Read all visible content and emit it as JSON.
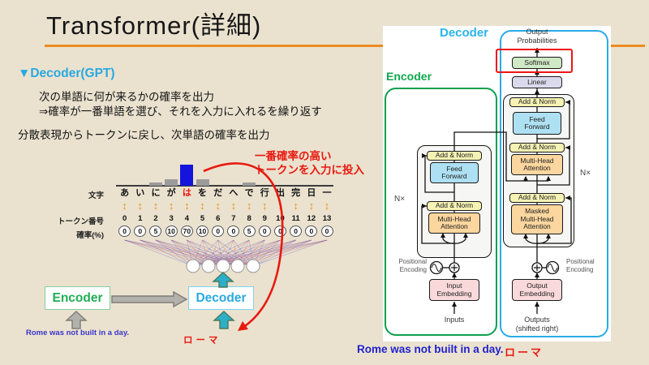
{
  "slide": {
    "title": "Transformer(詳細)",
    "heading_bullet": "▼",
    "heading": "Decoder(GPT)",
    "line1": "次の単語に何が来るかの確率を出力",
    "line2": "⇒確率が一番単語を選び、それを入力に入れるを繰り返す",
    "line3": "分散表現からトークンに戻し、次単語の確率を出力",
    "note_line1": "一番確率の高い",
    "note_line2": "トークンを入力に投入"
  },
  "chart_data": {
    "type": "bar",
    "row_labels": {
      "chars": "文字",
      "tokens": "トークン番号",
      "probs": "確率(%)"
    },
    "categories": [
      "あ",
      "い",
      "に",
      "が",
      "は",
      "を",
      "だ",
      "へ",
      "で",
      "行",
      "出",
      "完",
      "日",
      "一"
    ],
    "token_ids": [
      "0",
      "1",
      "2",
      "3",
      "4",
      "5",
      "6",
      "7",
      "8",
      "9",
      "10",
      "11",
      "12",
      "13"
    ],
    "values": [
      0,
      0,
      5,
      10,
      70,
      10,
      0,
      0,
      5,
      0,
      0,
      0,
      0,
      0
    ],
    "highlight_index": 4,
    "ylim": [
      0,
      100
    ],
    "bar_color": "#9b9b9b",
    "highlight_bar_color": "#1414dc",
    "arrow_icon": "↕"
  },
  "flow": {
    "encoder": "Encoder",
    "decoder": "Decoder",
    "sentence": "Rome was not built in a day.",
    "token_word": "ローマ"
  },
  "arch": {
    "decoder_label": "Decoder",
    "encoder_label": "Encoder",
    "output_prob": [
      "Output",
      "Probabilities"
    ],
    "softmax": "Softmax",
    "linear": "Linear",
    "add_norm": "Add & Norm",
    "feed_forward": [
      "Feed",
      "Forward"
    ],
    "mha": [
      "Multi-Head",
      "Attention"
    ],
    "masked_mha": [
      "Masked",
      "Multi-Head",
      "Attention"
    ],
    "nx": "N×",
    "pos_enc": [
      "Positional",
      "Encoding"
    ],
    "input_emb": [
      "Input",
      "Embedding"
    ],
    "output_emb": [
      "Output",
      "Embedding"
    ],
    "inputs": "Inputs",
    "outputs": [
      "Outputs",
      "(shifted right)"
    ],
    "caption_sentence": "Rome was not built in a day.",
    "caption_word": "ローマ"
  },
  "colors": {
    "background": "#eae2cf",
    "accent_orange": "#ed8b22",
    "heading_blue": "#29a9e1",
    "encoder_green": "#10a84e",
    "decoder_blue": "#2aabe8",
    "highlight_red": "#e8190f",
    "softmax_green": "#cfe8c5",
    "linear_purple": "#dbdaec",
    "addnorm_yellow": "#f5f2b3",
    "feedforward_blue": "#ade0f2",
    "attention_orange": "#fbd69e",
    "embedding_pink": "#f9d9da"
  }
}
